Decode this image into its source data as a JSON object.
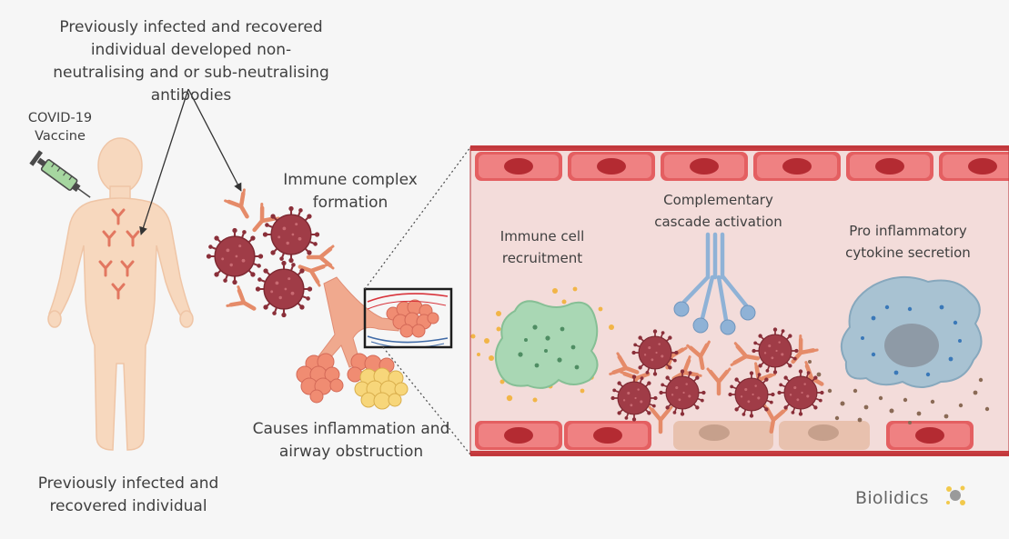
{
  "labels": {
    "antibody_note": "Previously infected and recovered individual developed non-neutralising and or sub-neutralising antibodies",
    "vaccine": "COVID-19 Vaccine",
    "immune_complex": "Immune complex formation",
    "inflammation": "Causes inflammation and airway obstruction",
    "individual": "Previously infected and recovered individual",
    "immune_cell": "Immune cell recruitment",
    "complement": "Complementary cascade activation",
    "cytokine": "Pro inflammatory cytokine secretion"
  },
  "brand": "Biolidics",
  "colors": {
    "background": "#f6f6f6",
    "vessel_wall": "#e05a5c",
    "vessel_lumen": "#f3dcda",
    "virus": "#9b3a44",
    "antibody": "#e58b69",
    "body": "#f7d8be",
    "macrophage": "#9db9c9",
    "neutrophil": "#a9d7b4",
    "complement": "#8fb2d6"
  }
}
